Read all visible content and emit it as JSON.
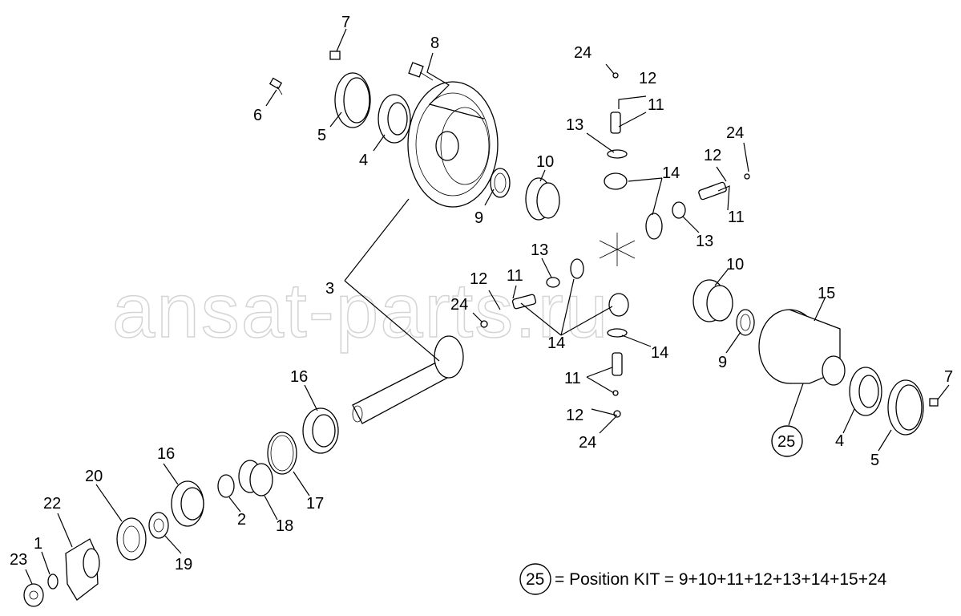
{
  "watermark": "ansat-parts.ru",
  "kit_note": {
    "number": "25",
    "text": "= Position KIT = 9+10+11+12+13+14+15+24"
  },
  "callouts": [
    "7",
    "8",
    "6",
    "5",
    "4",
    "3",
    "9",
    "10",
    "24",
    "12",
    "11",
    "13",
    "14",
    "24",
    "12",
    "11",
    "13",
    "12",
    "11",
    "13",
    "24",
    "14",
    "14",
    "10",
    "15",
    "9",
    "11",
    "12",
    "24",
    "16",
    "16",
    "20",
    "22",
    "1",
    "23",
    "19",
    "2",
    "18",
    "17",
    "25",
    "4",
    "5",
    "7"
  ]
}
